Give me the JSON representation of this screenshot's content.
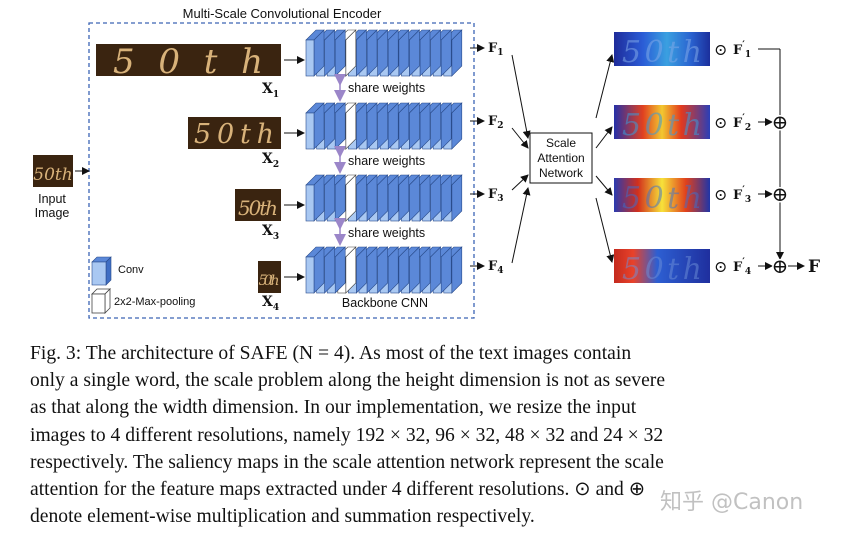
{
  "encoder_title": "Multi-Scale Convolutional Encoder",
  "input_label_line1": "Input",
  "input_label_line2": "Image",
  "image_text": "50th",
  "share_weights": [
    "share weights",
    "share weights",
    "share weights"
  ],
  "backbone_label": "Backbone CNN",
  "legend": {
    "conv": "Conv",
    "pool": "2x2-Max-pooling"
  },
  "scale_inputs": [
    {
      "var": "X",
      "sub": "1"
    },
    {
      "var": "X",
      "sub": "2"
    },
    {
      "var": "X",
      "sub": "3"
    },
    {
      "var": "X",
      "sub": "4"
    }
  ],
  "features": [
    {
      "var": "F",
      "sub": "1"
    },
    {
      "var": "F",
      "sub": "2"
    },
    {
      "var": "F",
      "sub": "3"
    },
    {
      "var": "F",
      "sub": "4"
    }
  ],
  "weighted_features": [
    {
      "var": "F",
      "prime": "′",
      "sub": "1"
    },
    {
      "var": "F",
      "prime": "′",
      "sub": "2"
    },
    {
      "var": "F",
      "prime": "′",
      "sub": "3"
    },
    {
      "var": "F",
      "prime": "′",
      "sub": "4"
    }
  ],
  "attention_box": [
    "Scale",
    "Attention",
    "Network"
  ],
  "output_label": "F",
  "operators": {
    "mult": "⊙",
    "sum": "⊕"
  },
  "caption_lines": [
    "Fig. 3: The architecture of SAFE (N = 4). As most of the text images contain",
    "only a single word, the scale problem along the height dimension is not as severe",
    "as that along the width dimension. In our implementation, we resize the input",
    "images to 4 different resolutions, namely 192 × 32, 96 × 32, 48 × 32 and 24 × 32",
    "respectively. The saliency maps in the scale attention network represent the scale",
    "attention for the feature maps extracted under 4 different resolutions. ⊙ and ⊕",
    "denote element-wise multiplication and summation respectively."
  ],
  "watermark": "知乎 @Canon",
  "colors": {
    "conv_front": "#a9c8f2",
    "conv_side": "#5b88d8",
    "encoder_border": "#3c65b5",
    "image_bg": "#3a2410",
    "image_text": "#d8b27a",
    "share_arrow": "#9b86c9"
  }
}
